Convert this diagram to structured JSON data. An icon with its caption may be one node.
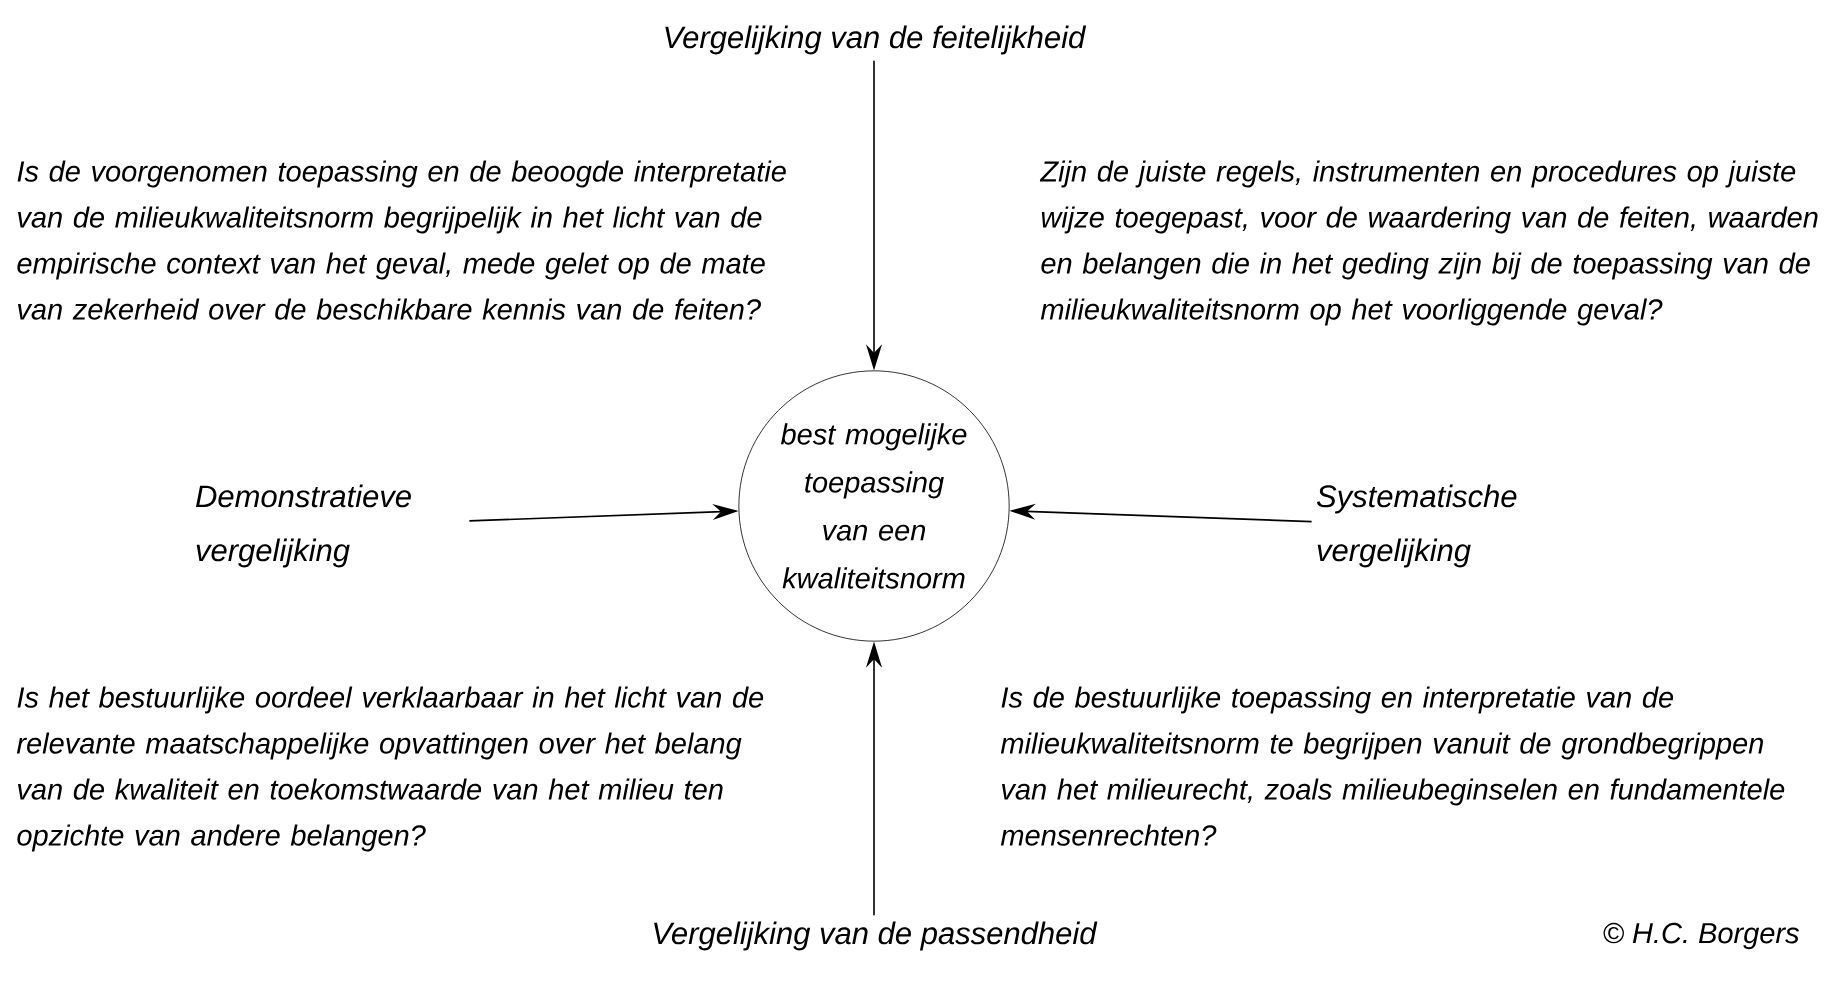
{
  "diagram": {
    "nodes": [
      {
        "text": [
          "best mogelijke toepassing van een kwaliteitsnorm"
        ]
      },
      {
        "text": [
          "Vergelijking van de feitelijkheid"
        ]
      },
      {
        "text": [
          "Demonstratieve vergelijking"
        ]
      },
      {
        "text": [
          "Systematische vergelijking"
        ]
      },
      {
        "text": [
          "Vergelijking van de passendheid"
        ]
      }
    ],
    "edges": [
      {
        "from": 1,
        "to": 0,
        "arrow": "to"
      },
      {
        "from": 2,
        "to": 0,
        "arrow": "to"
      },
      {
        "from": 3,
        "to": 0,
        "arrow": "to"
      },
      {
        "from": 4,
        "to": 0,
        "arrow": "to"
      }
    ],
    "labels": [
      "Is de voorgenomen toepassing en de beoogde interpretatie van de milieukwaliteitsnorm begrijpelijk in het licht van de empirische context van het geval, mede gelet op de mate van zekerheid over de beschikbare kennis van de feiten?",
      "Zijn de juiste regels, instrumenten en procedures op juiste wijze toegepast, voor de waardering van de feiten, waarden en belangen die in het geding zijn bij de toepassing van de milieukwaliteitsnorm op het voorliggende geval?",
      "Is het bestuurlijke oordeel verklaarbaar in het licht van de relevante maatschappelijke opvattingen over het belang van de kwaliteit en toekomstwaarde van het milieu ten opzichte van andere belangen?",
      "Is de bestuurlijke toepassing en interpretatie van de milieukwaliteitsnorm te begrijpen vanuit de grondbegrippen van het milieurecht, zoals milieubeginselen en fundamentele mensenrechten?",
      "© H.C. Borgers"
    ]
  }
}
